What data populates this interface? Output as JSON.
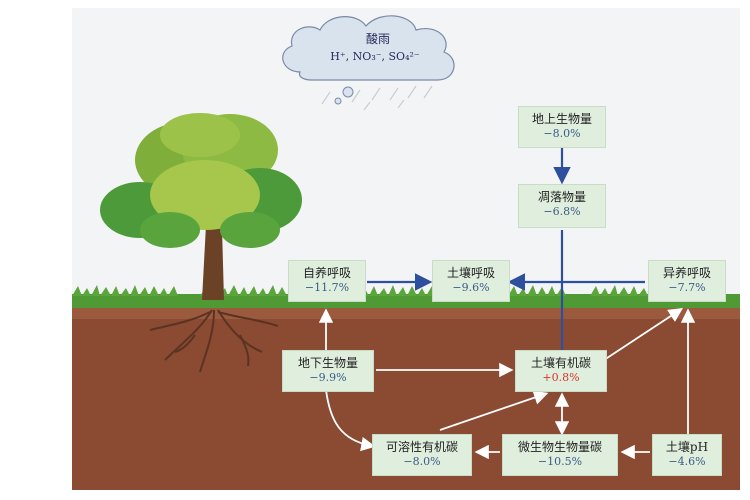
{
  "cloud": {
    "title": "酸雨",
    "ions": "H⁺, NO₃⁻, SO₄²⁻"
  },
  "nodes": {
    "aboveground": {
      "label": "地上生物量",
      "value": "−8.0%"
    },
    "litter": {
      "label": "凋落物量",
      "value": "−6.8%"
    },
    "auto_resp": {
      "label": "自养呼吸",
      "value": "−11.7%"
    },
    "soil_resp": {
      "label": "土壤呼吸",
      "value": "−9.6%"
    },
    "hetero_resp": {
      "label": "异养呼吸",
      "value": "−7.7%"
    },
    "belowground": {
      "label": "地下生物量",
      "value": "−9.9%"
    },
    "soc": {
      "label": "土壤有机碳",
      "value": "+0.8%"
    },
    "doc": {
      "label": "可溶性有机碳",
      "value": "−8.0%"
    },
    "mbc": {
      "label": "微生物生物量碳",
      "value": "−10.5%"
    },
    "ph": {
      "label": "土壤pH",
      "value": "−4.6%"
    }
  },
  "colors": {
    "sky": "#f3f4f5",
    "soil": "#8b4a32",
    "grass": "#4f9a34",
    "arrow_blue": "#2d4f9e",
    "arrow_white": "#ffffff",
    "box_fill": "#dfeedd",
    "positive": "#d8362f"
  },
  "icons": [
    "cloud-icon",
    "rain-icon",
    "tree-icon",
    "roots-icon"
  ]
}
